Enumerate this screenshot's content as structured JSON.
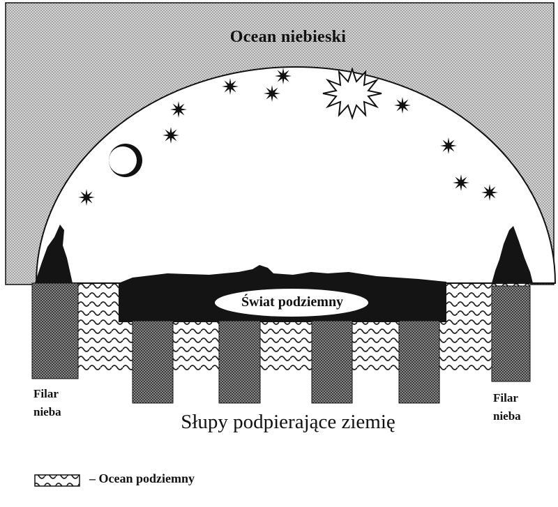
{
  "labels": {
    "sky_ocean": "Ocean niebieski",
    "underworld": "Świat podziemny",
    "pillar_left": [
      "Filar",
      "nieba"
    ],
    "pillar_right": [
      "Filar",
      "nieba"
    ],
    "pillars_caption": "Słupy podpierające ziemię",
    "legend": "– Ocean podziemny"
  },
  "colors": {
    "sky_ocean_fill": "#cfcfcf",
    "dome_fill": "#ffffff",
    "earth_fill": "#141414",
    "pillar_fill": "#6e6e6e",
    "underground_ocean_fill": "#ffffff",
    "ink": "#111111"
  },
  "icons": {
    "stars": "star-icon",
    "sun": "sun-icon",
    "moon": "crescent-moon-icon",
    "waves": "wave-pattern-icon"
  }
}
